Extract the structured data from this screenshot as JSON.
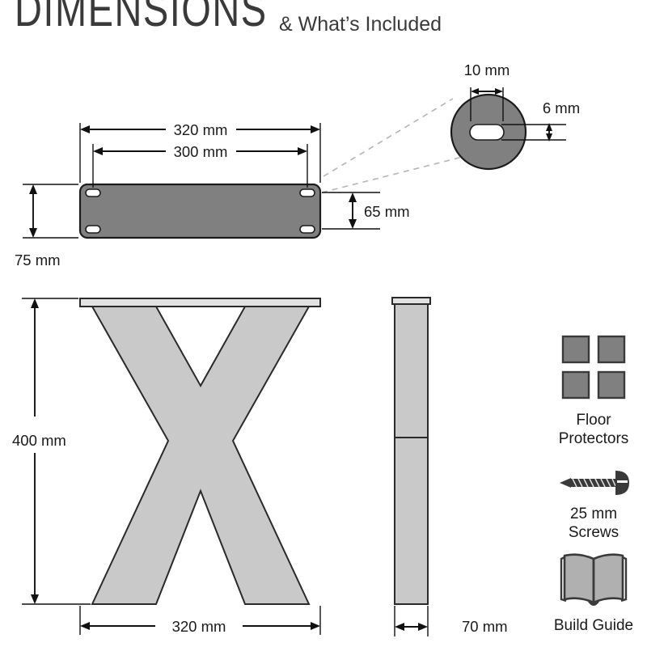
{
  "header": {
    "title": "DIMENSIONS",
    "subtitle": "& What’s Included"
  },
  "detail_callout": {
    "name": "slot-detail",
    "slot_width_label": "10 mm",
    "slot_height_label": "6 mm"
  },
  "top_plate": {
    "name": "mounting-plate-top-view",
    "overall_width_label": "320 mm",
    "hole_spacing_width_label": "300 mm",
    "overall_height_label": "75 mm",
    "hole_spacing_height_label": "65 mm"
  },
  "front_view": {
    "name": "x-leg-front-view",
    "height_label": "400 mm",
    "width_label": "320 mm"
  },
  "side_view": {
    "name": "x-leg-side-view",
    "width_label": "70 mm"
  },
  "included_items": [
    {
      "icon": "floor-protectors-icon",
      "label_line1": "Floor",
      "label_line2": "Protectors"
    },
    {
      "icon": "screw-icon",
      "label_line1": "25 mm",
      "label_line2": "Screws"
    },
    {
      "icon": "build-guide-book-icon",
      "label_line1": "Build Guide",
      "label_line2": ""
    }
  ],
  "colors": {
    "ink": "#1a1a1a",
    "plate_gray": "#808080",
    "leg_gray": "#c9c9c9",
    "callout_gray": "#b4b4b4",
    "background": "#ffffff"
  },
  "chart_data": {
    "type": "table",
    "title": "DIMENSIONS & What’s Included",
    "categories": [
      "Top plate overall width",
      "Top plate hole spacing width",
      "Top plate overall height",
      "Top plate hole spacing height",
      "Slot width",
      "Slot height",
      "Leg height",
      "Leg base width",
      "Leg depth",
      "Screw length"
    ],
    "values": [
      320,
      300,
      75,
      65,
      10,
      6,
      400,
      320,
      70,
      25
    ],
    "unit": "mm"
  }
}
